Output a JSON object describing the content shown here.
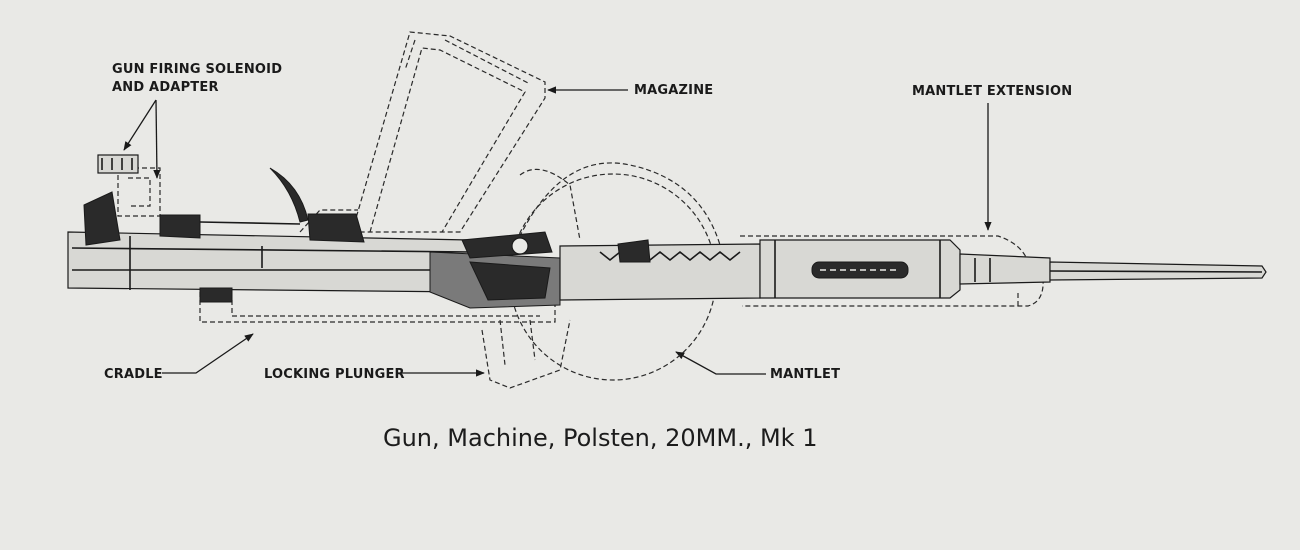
{
  "labels": {
    "solenoid_line1": "GUN FIRING SOLENOID",
    "solenoid_line2": "AND ADAPTER",
    "magazine": "MAGAZINE",
    "mantlet_extension": "MANTLET EXTENSION",
    "cradle": "CRADLE",
    "locking_plunger": "LOCKING PLUNGER",
    "mantlet": "MANTLET"
  },
  "caption": "Gun, Machine, Polsten, 20MM., Mk 1",
  "colors": {
    "paper": "#e9e9e6",
    "ink": "#1a1a1a"
  }
}
